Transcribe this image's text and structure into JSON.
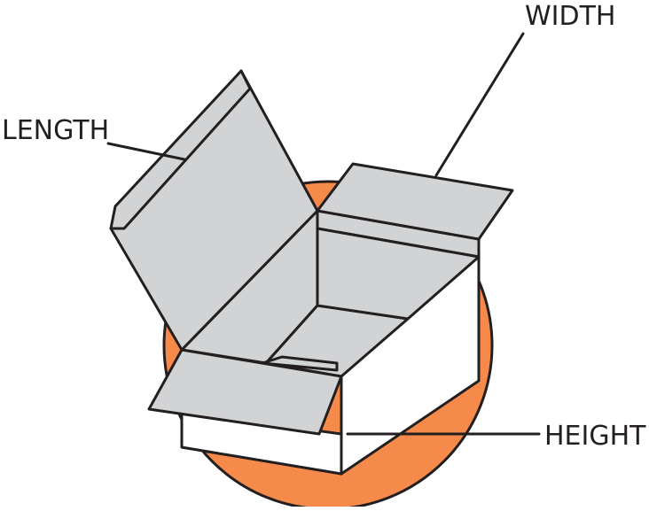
{
  "diagram": {
    "labels": {
      "length": "LENGTH",
      "width": "WIDTH",
      "height": "HEIGHT"
    }
  },
  "colors": {
    "circle": "#f58a4b",
    "flap": "#d1d3d4",
    "box_side": "#ffffff",
    "outline": "#231f20",
    "background": "#ffffff"
  }
}
